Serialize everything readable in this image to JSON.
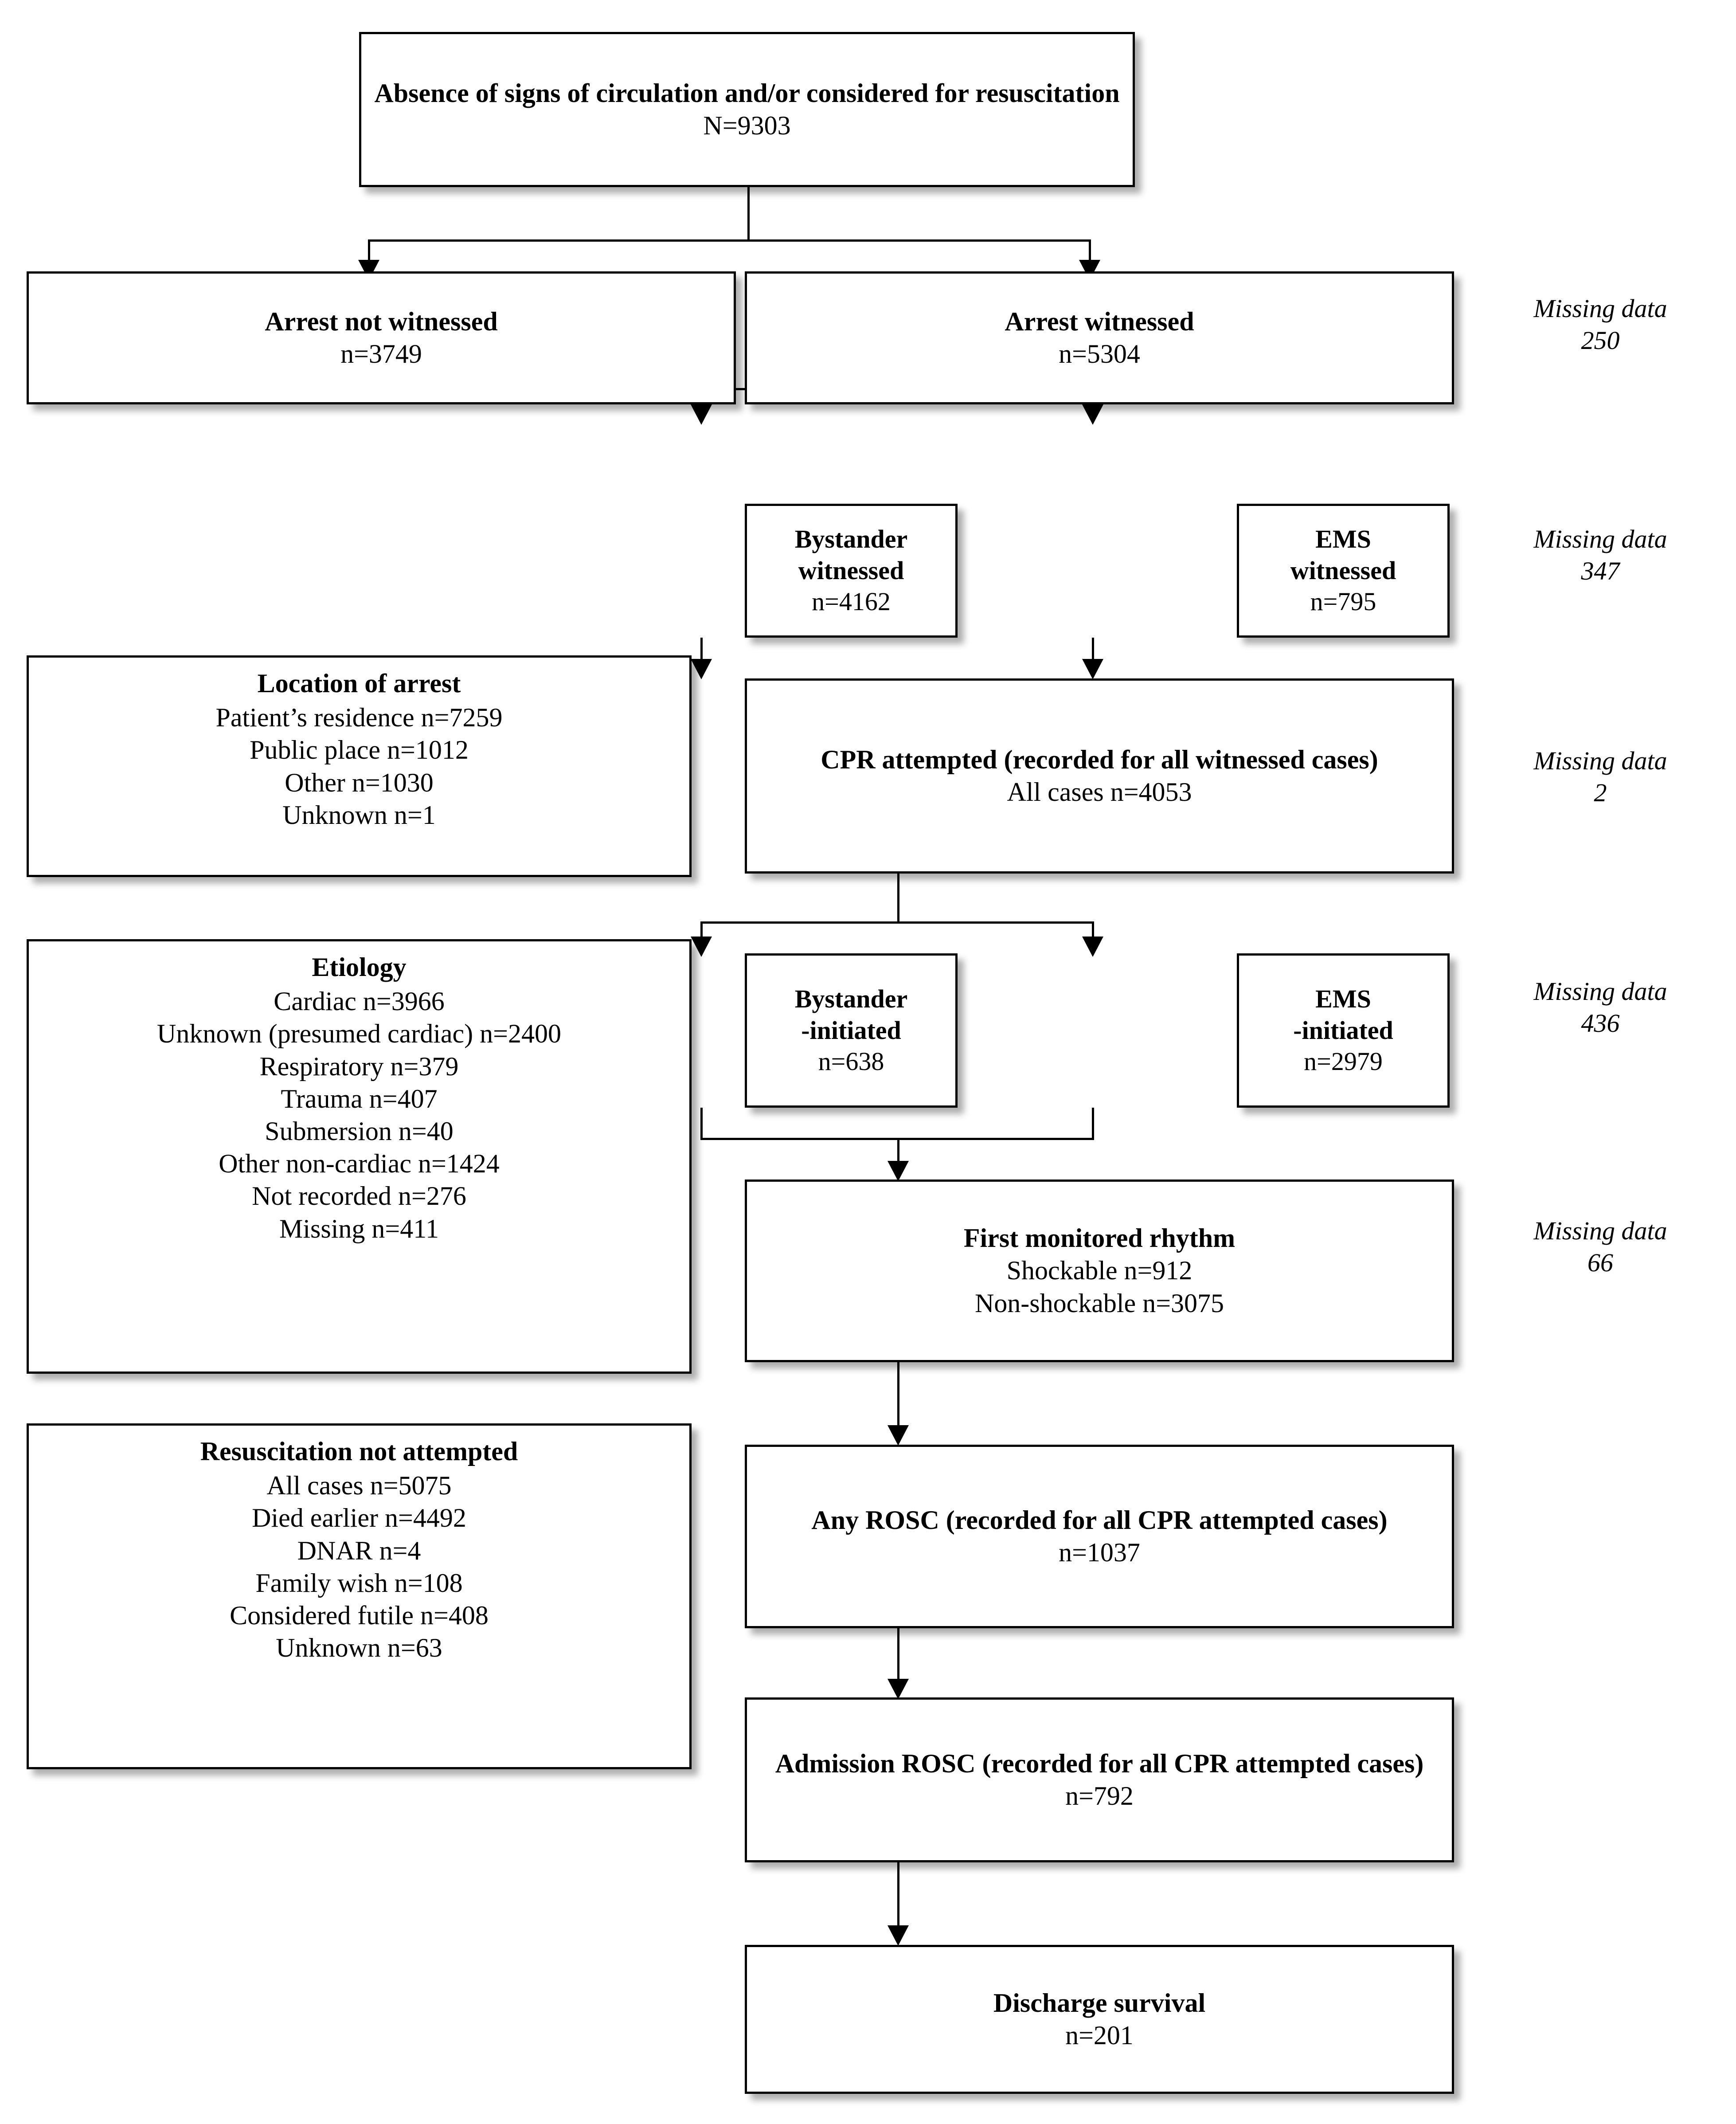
{
  "figure": {
    "type": "flowchart",
    "orientation": "top-down",
    "accent_color": "#000000",
    "background_color": "#ffffff"
  },
  "nodes": {
    "root": {
      "title": "Absence of signs of circulation and/or considered for resuscitation",
      "count": "N=9303"
    },
    "not_witnessed": {
      "title": "Arrest not witnessed",
      "count": "n=3749"
    },
    "witnessed": {
      "title": "Arrest witnessed",
      "count": "n=5304"
    },
    "bystander_witnessed": {
      "title_line1": "Bystander",
      "title_line2": "witnessed",
      "count": "n=4162"
    },
    "ems_witnessed": {
      "title_line1": "EMS",
      "title_line2": "witnessed",
      "count": "n=795"
    },
    "cpr_attempted": {
      "title": "CPR attempted (recorded for all witnessed cases)",
      "count": "All cases n=4053"
    },
    "bystander_initiated": {
      "title_line1": "Bystander",
      "title_line2": "-initiated",
      "count": "n=638"
    },
    "ems_initiated": {
      "title_line1": "EMS",
      "title_line2": "-initiated",
      "count": "n=2979"
    },
    "first_rhythm": {
      "title": "First monitored rhythm",
      "line1": "Shockable n=912",
      "line2": "Non-shockable n=3075"
    },
    "any_rosc": {
      "title": "Any ROSC (recorded for all CPR attempted cases)",
      "count": "n=1037"
    },
    "admission_rosc": {
      "title": "Admission ROSC (recorded for all CPR attempted cases)",
      "count": "n=792"
    },
    "discharge_survival": {
      "title": "Discharge survival",
      "count": "n=201"
    }
  },
  "side_panels": {
    "location_of_arrest": {
      "title": "Location of arrest",
      "items": [
        "Patient’s residence n=7259",
        "Public place n=1012",
        "Other n=1030",
        "Unknown n=1"
      ]
    },
    "etiology": {
      "title": "Etiology",
      "items": [
        "Cardiac n=3966",
        "Unknown (presumed cardiac) n=2400",
        "Respiratory n=379",
        "Trauma n=407",
        "Submersion n=40",
        "Other non-cardiac n=1424",
        "Not recorded n=276",
        "Missing n=411"
      ]
    },
    "resuscitation_not_attempted": {
      "title": "Resuscitation not attempted",
      "items": [
        "All cases n=5075",
        "Died earlier n=4492",
        "DNAR n=4",
        "Family wish n=108",
        "Considered futile n=408",
        "Unknown n=63"
      ]
    }
  },
  "missing_data": {
    "label": "Missing data",
    "entries": [
      {
        "key": "witnessed",
        "value": "250"
      },
      {
        "key": "witness_type",
        "value": "347"
      },
      {
        "key": "cpr_attempted",
        "value": "2"
      },
      {
        "key": "cpr_initiator",
        "value": "436"
      },
      {
        "key": "first_rhythm",
        "value": "66"
      }
    ]
  },
  "chart_data": {
    "type": "flowchart",
    "title": "Out-of-hospital cardiac arrest patient flow",
    "flow": [
      {
        "label": "Absence of signs of circulation and/or considered for resuscitation",
        "n": 9303
      },
      {
        "label": "Arrest not witnessed",
        "n": 3749
      },
      {
        "label": "Arrest witnessed",
        "n": 5304
      },
      {
        "label": "Bystander witnessed",
        "n": 4162
      },
      {
        "label": "EMS witnessed",
        "n": 795
      },
      {
        "label": "CPR attempted (recorded for all witnessed cases) - All cases",
        "n": 4053
      },
      {
        "label": "Bystander-initiated",
        "n": 638
      },
      {
        "label": "EMS-initiated",
        "n": 2979
      },
      {
        "label": "First monitored rhythm - Shockable",
        "n": 912
      },
      {
        "label": "First monitored rhythm - Non-shockable",
        "n": 3075
      },
      {
        "label": "Any ROSC (recorded for all CPR attempted cases)",
        "n": 1037
      },
      {
        "label": "Admission ROSC (recorded for all CPR attempted cases)",
        "n": 792
      },
      {
        "label": "Discharge survival",
        "n": 201
      }
    ],
    "missing": [
      250,
      347,
      2,
      436,
      66
    ]
  }
}
